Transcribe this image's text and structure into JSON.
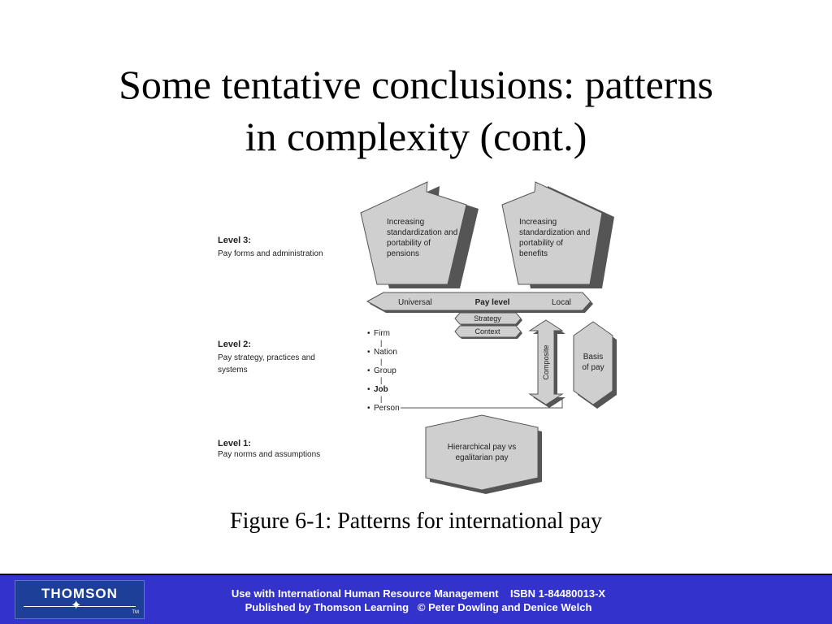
{
  "slide": {
    "title_line1": "Some tentative conclusions: patterns",
    "title_line2": "in complexity (cont.)",
    "caption": "Figure 6-1: Patterns for international pay"
  },
  "diagram": {
    "levels": [
      {
        "label": "Level 3:",
        "desc_lines": [
          "Pay forms and administration"
        ]
      },
      {
        "label": "Level 2:",
        "desc_lines": [
          "Pay strategy, practices and",
          "systems"
        ]
      },
      {
        "label": "Level 1:",
        "desc_lines": [
          "Pay norms and assumptions"
        ]
      }
    ],
    "pensions_box": [
      "Increasing",
      "standardization and",
      "portability of",
      "pensions"
    ],
    "benefits_box": [
      "Increasing",
      "standardization and",
      "portability of",
      "benefits"
    ],
    "pay_level": {
      "left": "Universal",
      "center": "Pay level",
      "right": "Local"
    },
    "strategy": "Strategy",
    "context": "Context",
    "units": [
      "Firm",
      "Nation",
      "Group",
      "Job",
      "Person"
    ],
    "bullet": "•",
    "connector": "|",
    "composite": "Composite",
    "basis_of_pay": [
      "Basis",
      "of pay"
    ],
    "hierarchical": [
      "Hierarchical pay vs",
      "egalitarian pay"
    ],
    "colors": {
      "shape_fill": "#cfcfcf",
      "shape_stroke": "#555555",
      "shadow": "#555555"
    }
  },
  "footer": {
    "logo": "THOMSON",
    "logo_star": "✦",
    "logo_tm": "TM",
    "line1": "Use with International Human Resource Management    ISBN 1-84480013-X",
    "line2": "Published by Thomson Learning   © Peter Dowling and Denice Welch",
    "bg_color": "#3333cc"
  }
}
